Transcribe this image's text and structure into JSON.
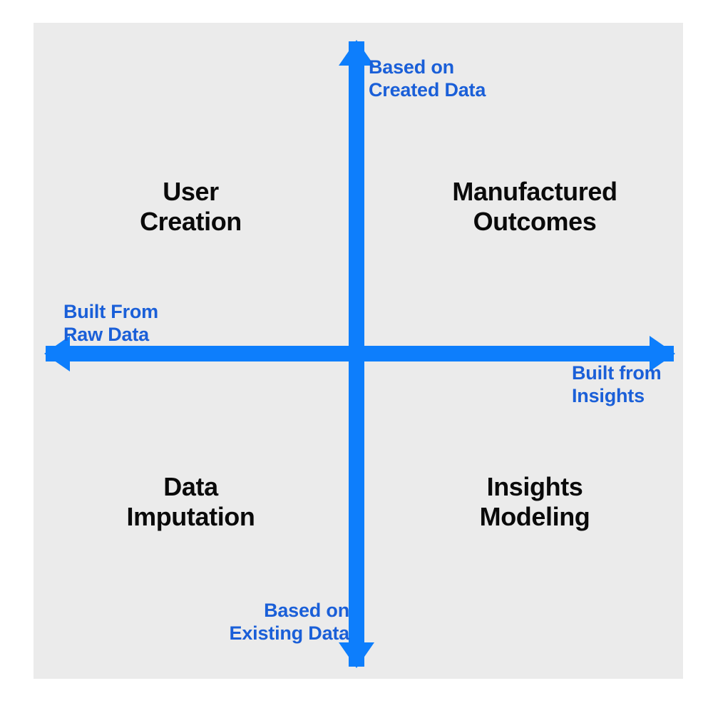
{
  "diagram": {
    "type": "2x2-matrix",
    "panel_color": "#ebebeb",
    "background_color": "#ffffff",
    "axis_color": "#0d7efc",
    "axis_label_color": "#1a5fd8",
    "quadrant_label_color": "#0a0a0a",
    "axes": {
      "top": {
        "label": "Based on\nCreated Data",
        "direction": "up"
      },
      "bottom": {
        "label": "Based on\nExisting Data",
        "direction": "down"
      },
      "left": {
        "label": "Built From\nRaw Data",
        "direction": "left"
      },
      "right": {
        "label": "Built from\nInsights",
        "direction": "right"
      }
    },
    "quadrants": [
      {
        "position": "top-left",
        "label": "User\nCreation"
      },
      {
        "position": "top-right",
        "label": "Manufactured\nOutcomes"
      },
      {
        "position": "bottom-left",
        "label": "Data\nImputation"
      },
      {
        "position": "bottom-right",
        "label": "Insights\nModeling"
      }
    ]
  }
}
